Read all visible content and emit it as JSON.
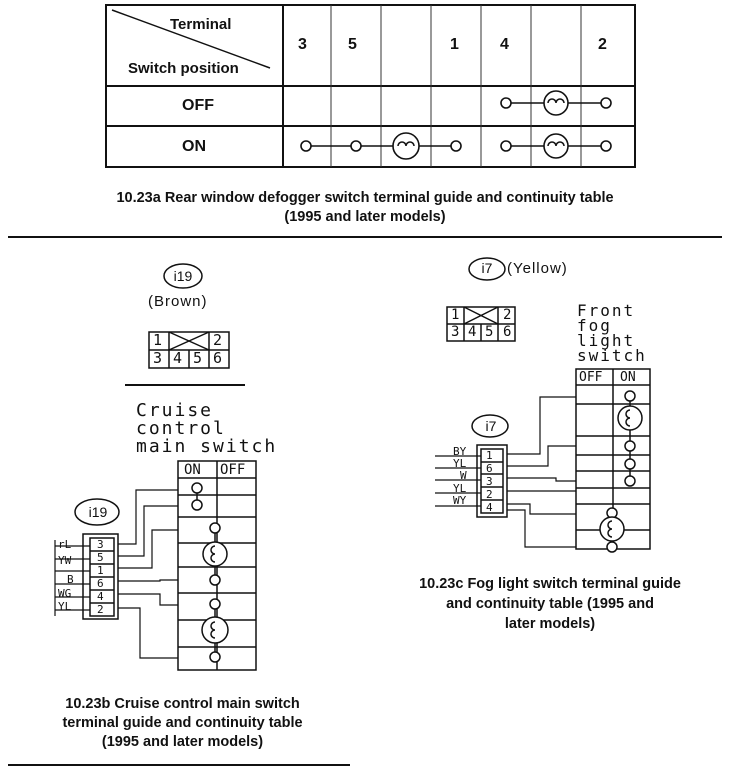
{
  "defogger": {
    "header_terminal": "Terminal",
    "header_switch_position": "Switch position",
    "terminals": [
      "3",
      "5",
      "",
      "1",
      "4",
      "",
      "2"
    ],
    "rows": [
      "OFF",
      "ON"
    ],
    "caption_line1": "10.23a  Rear window defogger switch terminal guide and continuity table",
    "caption_line2": "(1995 and later models)"
  },
  "cruise": {
    "connector_id": "i19",
    "connector_color": "(Brown)",
    "pins_top": [
      "1",
      "2"
    ],
    "pins_bottom": [
      "3",
      "4",
      "5",
      "6"
    ],
    "title_line1": "Cruise",
    "title_line2": "control",
    "title_line3": "main switch",
    "col_on": "ON",
    "col_off": "OFF",
    "conn_label": "i19",
    "wires": [
      "rL",
      "YW",
      "B",
      "WG",
      "YL"
    ],
    "pin_numbers": [
      "3",
      "5",
      "1",
      "6",
      "4",
      "2"
    ],
    "caption_line1": "10.23b  Cruise control main switch",
    "caption_line2": "terminal guide and continuity table",
    "caption_line3": "(1995 and later models)"
  },
  "fog": {
    "connector_id": "i7",
    "connector_color": "(Yellow)",
    "pins_top": [
      "1",
      "2"
    ],
    "pins_bottom": [
      "3",
      "4",
      "5",
      "6"
    ],
    "title_line1": "Front",
    "title_line2": "fog",
    "title_line3": "light",
    "title_line4": "switch",
    "col_off": "OFF",
    "col_on": "ON",
    "conn_label": "i7",
    "wires": [
      "BY",
      "YL",
      "W",
      "YL",
      "WY"
    ],
    "pin_numbers": [
      "1",
      "6",
      "3",
      "2",
      "4"
    ],
    "caption_line1": "10.23c  Fog light switch terminal guide",
    "caption_line2": "and continuity table (1995 and",
    "caption_line3": "later models)"
  }
}
